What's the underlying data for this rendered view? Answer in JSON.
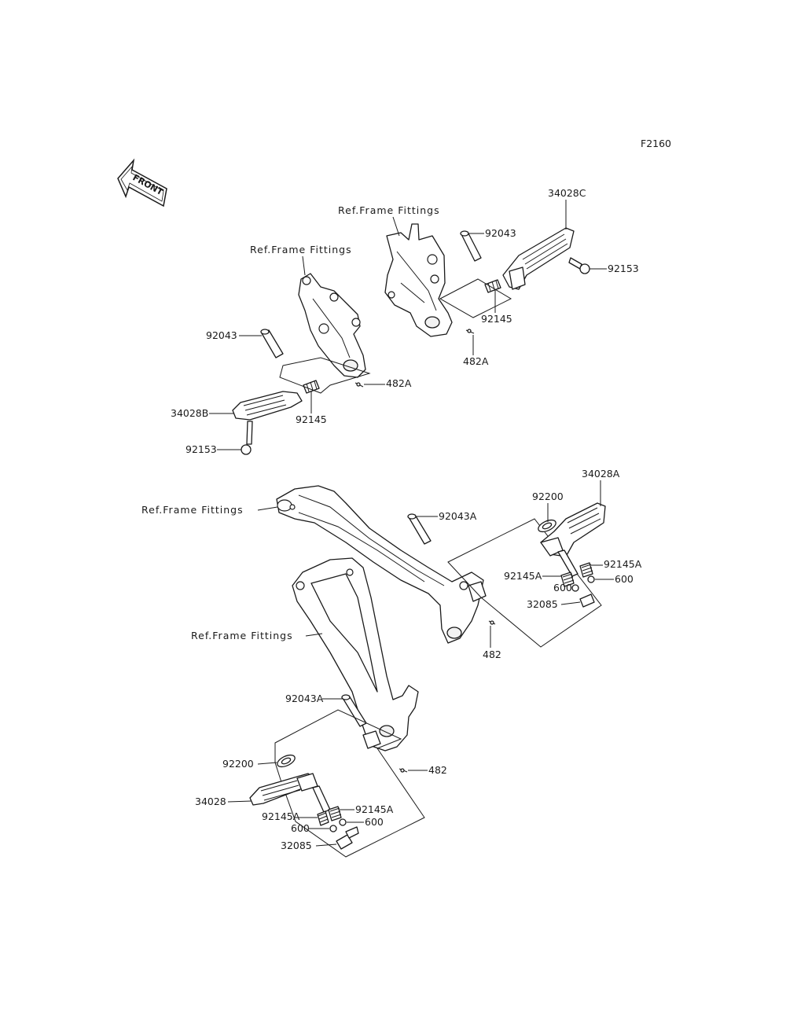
{
  "diagram_code": "F2160",
  "front_arrow": {
    "text": "FRONT",
    "icon": "front-direction-arrow"
  },
  "ref_labels": {
    "upper_left": "Ref.Frame Fittings",
    "upper_right": "Ref.Frame Fittings",
    "middle": "Ref.Frame Fittings",
    "lower": "Ref.Frame Fittings"
  },
  "parts": {
    "p34028C": "34028C",
    "p92043_right": "92043",
    "p92153_right": "92153",
    "p92145_right": "92145",
    "p482A_right": "482A",
    "p92043_left": "92043",
    "p482A_left": "482A",
    "p34028B": "34028B",
    "p92145_left": "92145",
    "p92153_left": "92153",
    "p34028A": "34028A",
    "p92200_upper": "92200",
    "p92043A_upper": "92043A",
    "p92145A_upper_right": "92145A",
    "p92145A_upper_left": "92145A",
    "p600_upper_left": "600",
    "p600_upper_right": "600",
    "p32085_upper": "32085",
    "p482_upper": "482",
    "p92043A_lower": "92043A",
    "p482_lower": "482",
    "p92200_lower": "92200",
    "p34028": "34028",
    "p92145A_lower_right": "92145A",
    "p92145A_lower_left": "92145A",
    "p600_lower_right": "600",
    "p600_lower_left": "600",
    "p32085_lower": "32085"
  }
}
